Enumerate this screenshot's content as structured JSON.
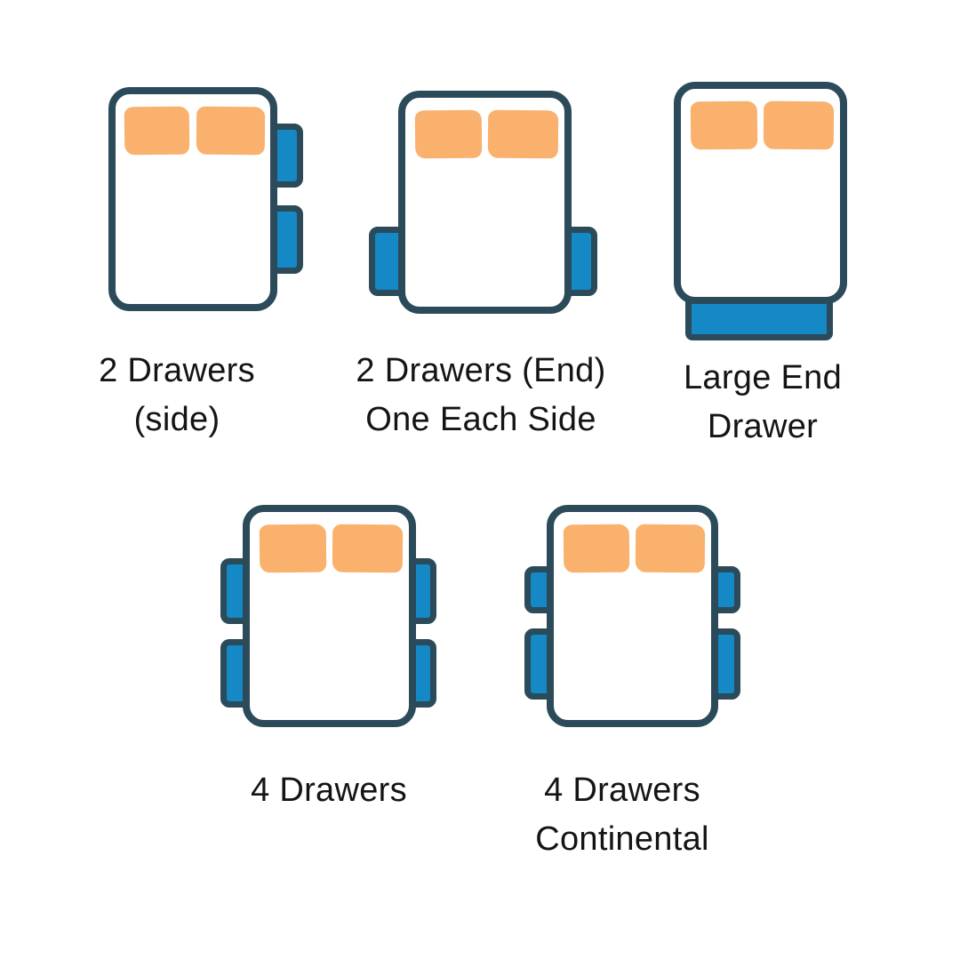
{
  "diagram": {
    "subject": "Bed drawer configuration options (top view of divan beds with pillows)",
    "figure_count": 5
  },
  "colors": {
    "background": "#ffffff",
    "bed_outline": "#2b4a5a",
    "bed_fill": "#ffffff",
    "pillow": "#f9b16d",
    "drawer_fill": "#1489c5",
    "label_text": "#141414"
  },
  "figures": [
    {
      "name": "2 Drawers (side)",
      "label_lines": [
        "2 Drawers",
        "(side)"
      ],
      "pillows": 2,
      "drawers": [
        "right side upper",
        "right side lower"
      ]
    },
    {
      "name": "2 Drawers (End) One Each Side",
      "label_lines": [
        "2 Drawers (End)",
        "One Each Side"
      ],
      "pillows": 2,
      "drawers": [
        "left side near foot end",
        "right side near foot end"
      ]
    },
    {
      "name": "Large End Drawer",
      "label_lines": [
        "Large End",
        "Drawer"
      ],
      "pillows": 2,
      "drawers": [
        "large drawer at foot end"
      ]
    },
    {
      "name": "4 Drawers",
      "label_lines": [
        "4 Drawers"
      ],
      "pillows": 2,
      "drawers": [
        "left upper",
        "left lower",
        "right upper",
        "right lower"
      ]
    },
    {
      "name": "4 Drawers Continental",
      "label_lines": [
        "4 Drawers",
        "Continental"
      ],
      "pillows": 2,
      "drawers": [
        "left upper (short)",
        "left lower",
        "right upper (short)",
        "right lower"
      ]
    }
  ]
}
